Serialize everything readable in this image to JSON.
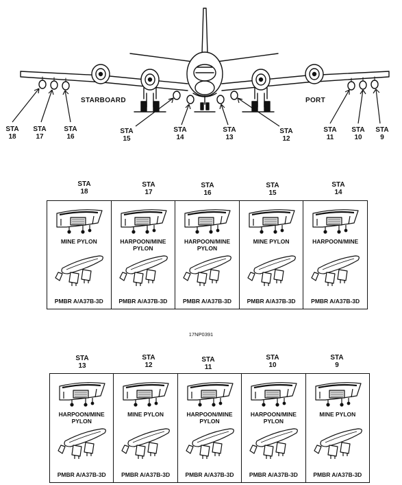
{
  "aircraft": {
    "starboard_label": "STARBOARD",
    "port_label": "PORT",
    "stations": [
      {
        "sta": "STA",
        "num": "18"
      },
      {
        "sta": "STA",
        "num": "17"
      },
      {
        "sta": "STA",
        "num": "16"
      },
      {
        "sta": "STA",
        "num": "15"
      },
      {
        "sta": "STA",
        "num": "14"
      },
      {
        "sta": "STA",
        "num": "13"
      },
      {
        "sta": "STA",
        "num": "12"
      },
      {
        "sta": "STA",
        "num": "11"
      },
      {
        "sta": "STA",
        "num": "10"
      },
      {
        "sta": "STA",
        "num": "9"
      }
    ]
  },
  "table_top": {
    "columns": [
      {
        "sta": "STA",
        "num": "18",
        "pylon": [
          "MINE PYLON"
        ],
        "rack": "PMBR A/A37B-3D"
      },
      {
        "sta": "STA",
        "num": "17",
        "pylon": [
          "HARPOON/MINE",
          "PYLON"
        ],
        "rack": "PMBR A/A37B-3D"
      },
      {
        "sta": "STA",
        "num": "16",
        "pylon": [
          "HARPOON/MINE",
          "PYLON"
        ],
        "rack": "PMBR A/A37B-3D"
      },
      {
        "sta": "STA",
        "num": "15",
        "pylon": [
          "MINE PYLON"
        ],
        "rack": "PMBR A/A37B-3D"
      },
      {
        "sta": "STA",
        "num": "14",
        "pylon": [
          "HARPOON/MINE"
        ],
        "rack": "PMBR A/A37B-3D"
      }
    ]
  },
  "figure_id": "17NP0391",
  "table_bottom": {
    "columns": [
      {
        "sta": "STA",
        "num": "13",
        "pylon": [
          "HARPOON/MINE",
          "PYLON"
        ],
        "rack": "PMBR A/A37B-3D"
      },
      {
        "sta": "STA",
        "num": "12",
        "pylon": [
          "MINE PYLON"
        ],
        "rack": "PMBR A/A37B-3D"
      },
      {
        "sta": "STA",
        "num": "11",
        "pylon": [
          "HARPOON/MINE",
          "PYLON"
        ],
        "rack": "PMBR A/A37B-3D"
      },
      {
        "sta": "STA",
        "num": "10",
        "pylon": [
          "HARPOON/MINE",
          "PYLON"
        ],
        "rack": "PMBR A/A37B-3D"
      },
      {
        "sta": "STA",
        "num": "9",
        "pylon": [
          "MINE PYLON"
        ],
        "rack": "PMBR A/A37B-3D"
      }
    ]
  }
}
